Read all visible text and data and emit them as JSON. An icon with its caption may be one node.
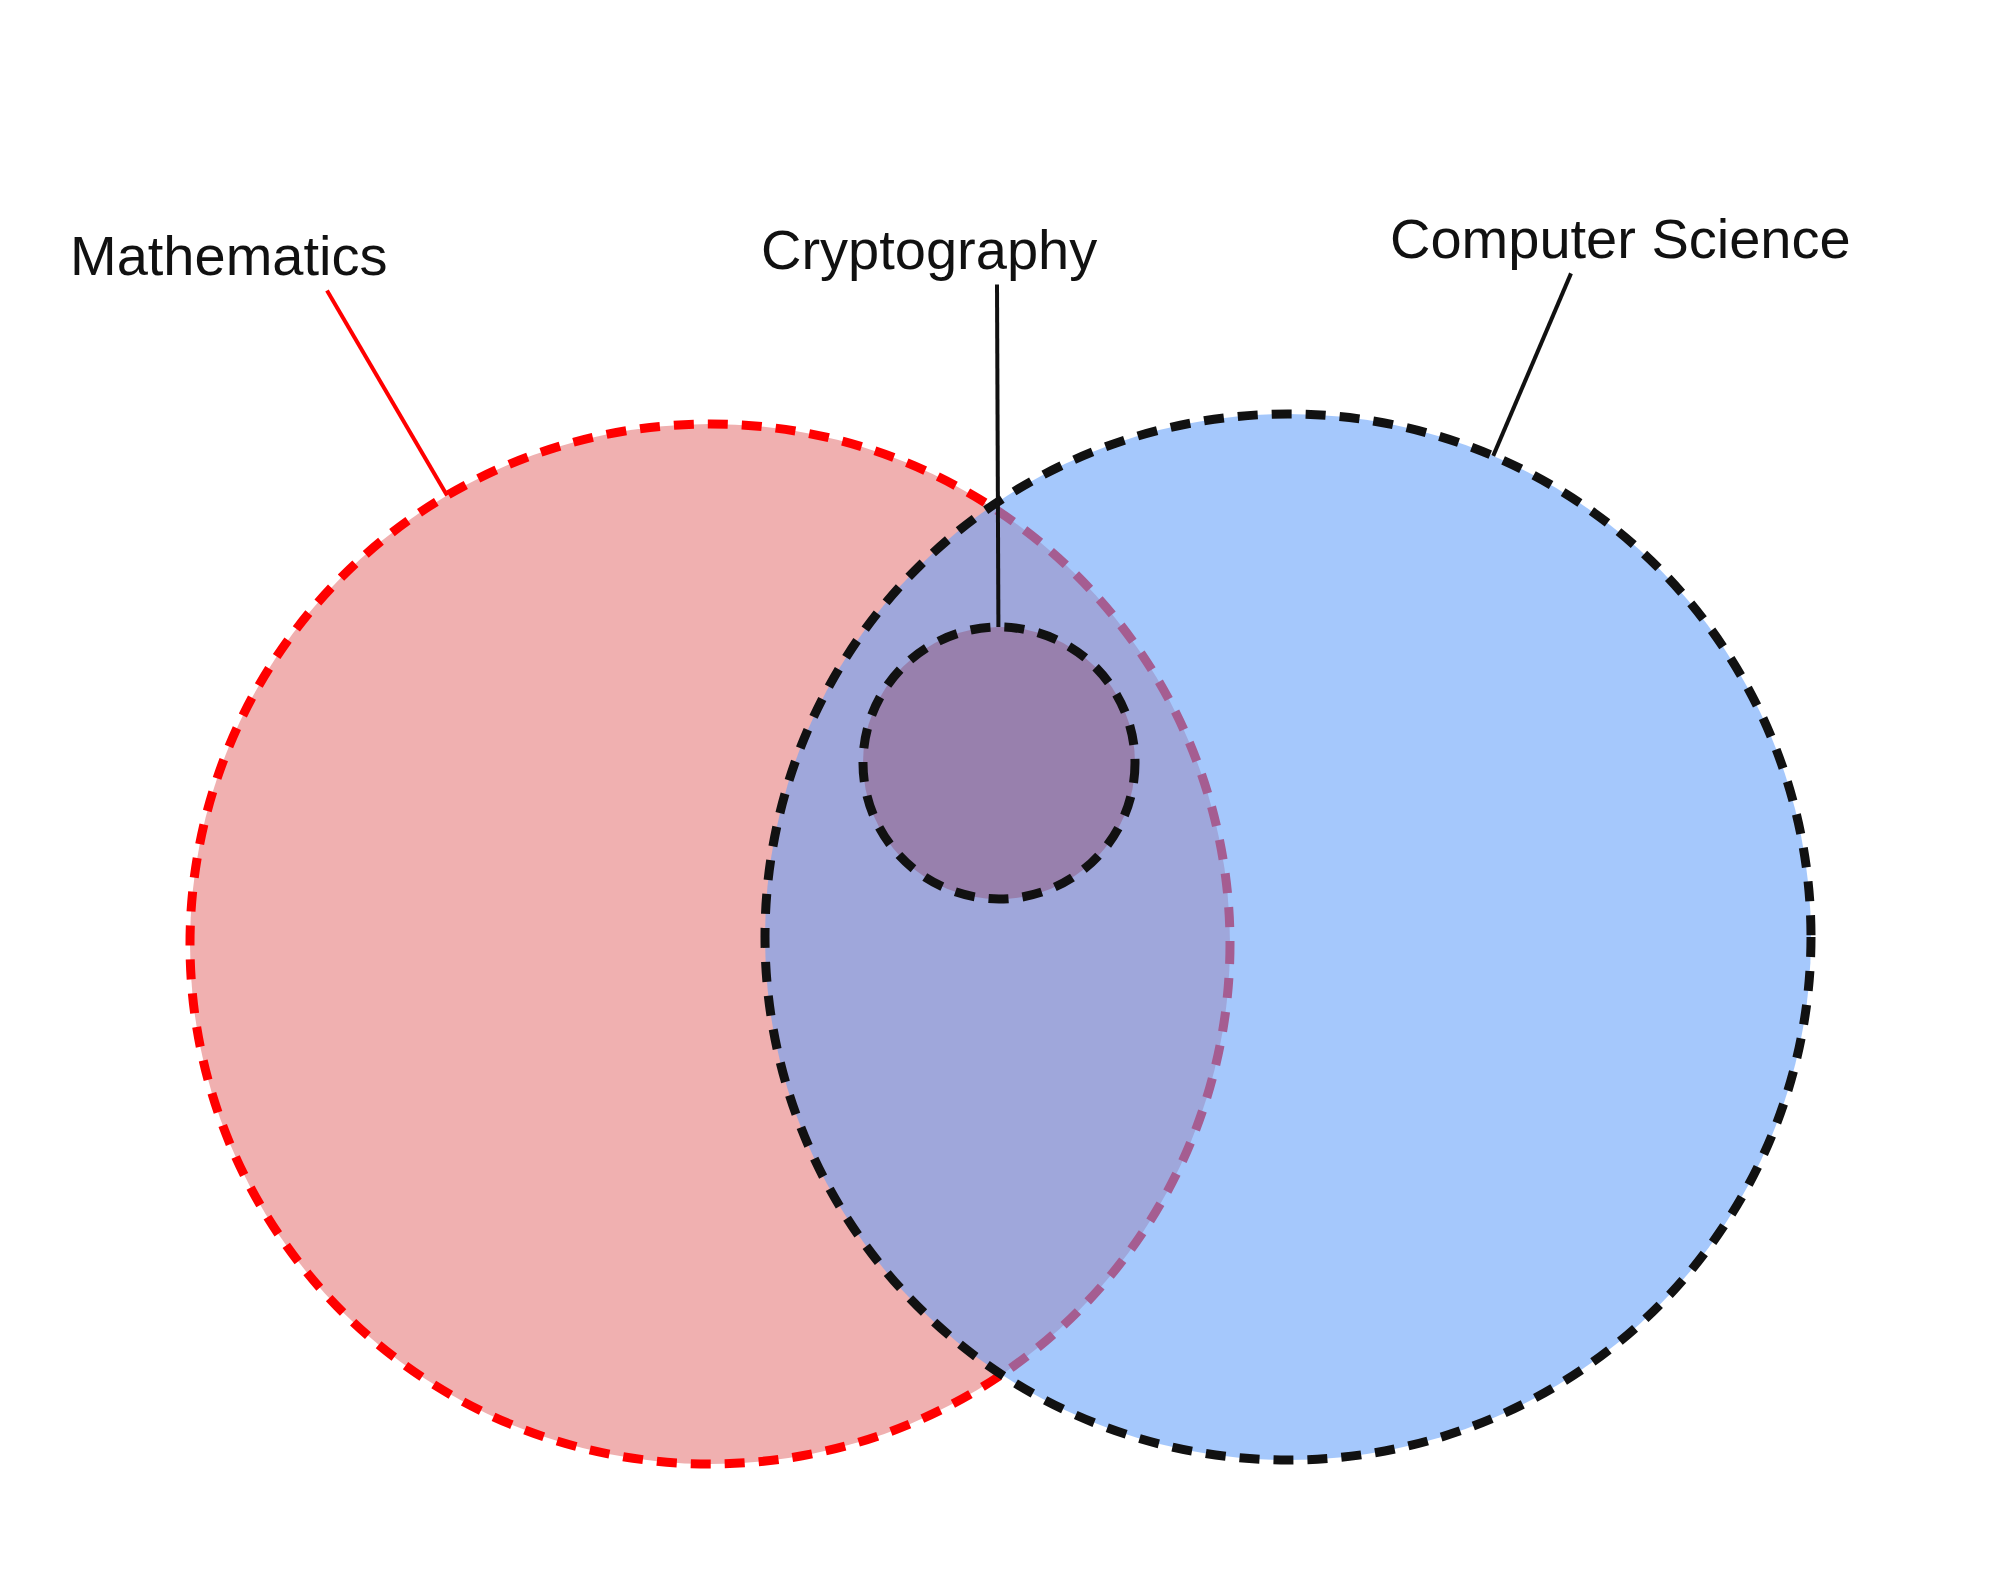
{
  "diagram": {
    "nodes": [
      {
        "text": [
          "Mathematics"
        ]
      },
      {
        "text": [
          "Cryptography"
        ]
      },
      {
        "text": [
          "Computer Science"
        ]
      },
      {
        "text": [],
        "shape": "circle"
      },
      {
        "text": [],
        "shape": "circle"
      },
      {
        "text": [],
        "shape": "circle"
      }
    ],
    "edges": [
      {
        "from": 0,
        "to": 3,
        "arrow": "none",
        "color": "#ff0000"
      },
      {
        "from": 1,
        "to": 4,
        "arrow": "none"
      },
      {
        "from": 2,
        "to": 5,
        "arrow": "none"
      }
    ]
  }
}
